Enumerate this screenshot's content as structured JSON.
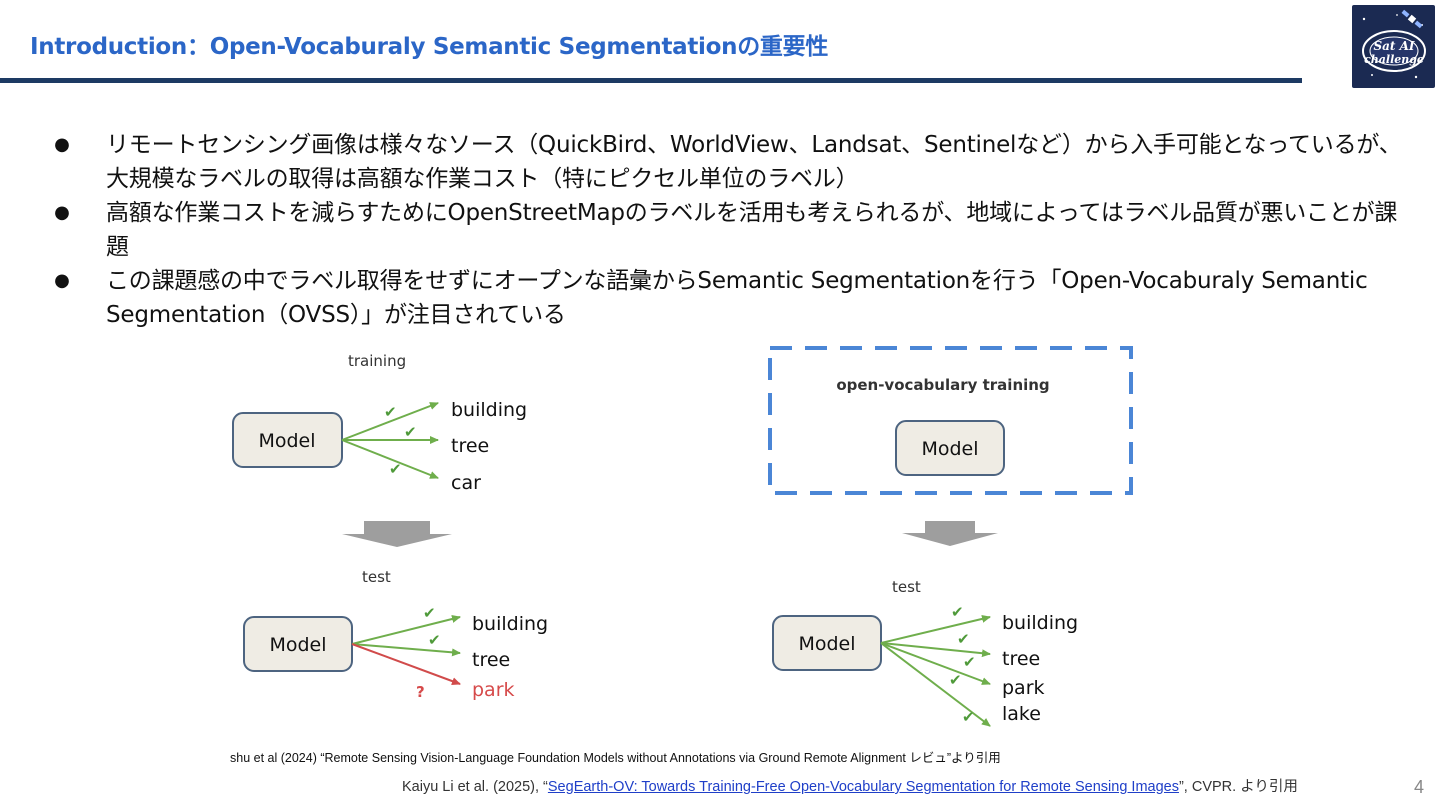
{
  "slide": {
    "title": "Introduction：Open-Vocaburaly Semantic Segmentationの重要性",
    "page_number": "4",
    "logo_icon": "sat-ai-challenge-logo",
    "logo_text": [
      "Sat AI",
      "challenge"
    ]
  },
  "bullets": [
    {
      "marker": "●",
      "text": "リモートセンシング画像は様々なソース（QuickBird、WorldView、Landsat、Sentinelなど）から入手可能となっているが、大規模なラベルの取得は高額な作業コスト（特にピクセル単位のラベル）"
    },
    {
      "marker": "●",
      "text": "高額な作業コストを減らすためにOpenStreetMapのラベルを活用も考えられるが、地域によってはラベル品質が悪いことが課題"
    },
    {
      "marker": "●",
      "text": "この課題感の中でラベル取得をせずにオープンな語彙からSemantic Segmentationを行う「Open-Vocaburaly Semantic Segmentation（OVSS）」が注目されている"
    }
  ],
  "diagram": {
    "left": {
      "training_label": "training",
      "training_model": "Model",
      "training_outputs": [
        "building",
        "tree",
        "car"
      ],
      "test_label": "test",
      "test_model": "Model",
      "test_outputs": [
        "building",
        "tree",
        "park"
      ],
      "test_unknown_mark": "?"
    },
    "right": {
      "box_label": "open-vocabulary training",
      "training_model": "Model",
      "test_label": "test",
      "test_model": "Model",
      "test_outputs": [
        "building",
        "tree",
        "park",
        "lake"
      ]
    },
    "check_mark": "✔",
    "colors": {
      "model_fill": "#efece4",
      "model_stroke": "#4d6480",
      "arrow_green": "#6fae4c",
      "check_green": "#4f9a3a",
      "arrow_red": "#d14b4b",
      "park_red": "#d64a4a",
      "dashed_blue": "#4b86d6",
      "down_arrow_gray": "#9e9e9e"
    }
  },
  "captions": {
    "figure_source": "shu et al (2024) “Remote Sensing Vision-Language Foundation Models without Annotations via Ground Remote Alignment レビュ”より引用",
    "paper_prefix": "Kaiyu Li et al. (2025), “",
    "paper_link": "SegEarth-OV: Towards Training-Free Open-Vocabulary Segmentation for Remote Sensing Images",
    "paper_suffix": "”, CVPR. より引用"
  }
}
